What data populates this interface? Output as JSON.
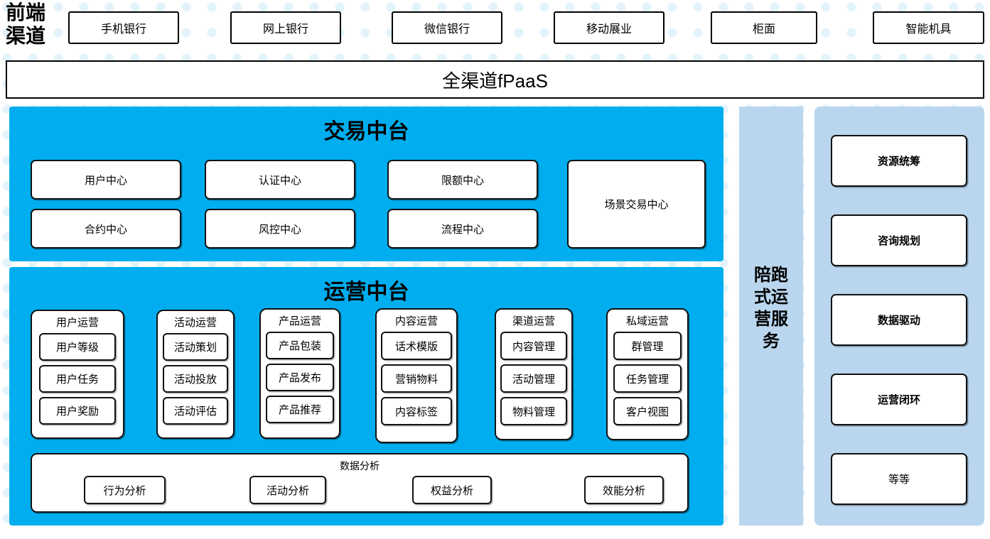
{
  "front_channel": {
    "label": "前端\n渠道",
    "label_line1": "前端",
    "label_line2": "渠道",
    "channels": [
      {
        "label": "手机银行"
      },
      {
        "label": "网上银行"
      },
      {
        "label": "微信银行"
      },
      {
        "label": "移动展业"
      },
      {
        "label": "柜面"
      },
      {
        "label": "智能机具"
      }
    ]
  },
  "fpaas": {
    "label": "全渠道fPaaS"
  },
  "transaction_platform": {
    "title": "交易中台",
    "centers_col1": [
      {
        "label": "用户中心"
      },
      {
        "label": "合约中心"
      }
    ],
    "centers_col2": [
      {
        "label": "认证中心"
      },
      {
        "label": "风控中心"
      }
    ],
    "centers_col3": [
      {
        "label": "限额中心"
      },
      {
        "label": "流程中心"
      }
    ],
    "scene_center": {
      "label": "场景交易中心"
    }
  },
  "operation_platform": {
    "title": "运营中台",
    "columns": [
      {
        "title": "用户运营",
        "items": [
          {
            "label": "用户等级"
          },
          {
            "label": "用户任务"
          },
          {
            "label": "用户奖励"
          }
        ]
      },
      {
        "title": "活动运营",
        "items": [
          {
            "label": "活动策划"
          },
          {
            "label": "活动投放"
          },
          {
            "label": "活动评估"
          }
        ]
      },
      {
        "title": "产品运营",
        "items": [
          {
            "label": "产品包装"
          },
          {
            "label": "产品发布"
          },
          {
            "label": "产品推荐"
          }
        ]
      },
      {
        "title": "内容运营",
        "items": [
          {
            "label": "话术模版"
          },
          {
            "label": "营销物料"
          },
          {
            "label": "内容标签"
          }
        ]
      },
      {
        "title": "渠道运营",
        "items": [
          {
            "label": "内容管理"
          },
          {
            "label": "活动管理"
          },
          {
            "label": "物料管理"
          }
        ]
      },
      {
        "title": "私域运营",
        "items": [
          {
            "label": "群管理"
          },
          {
            "label": "任务管理"
          },
          {
            "label": "客户视图"
          }
        ]
      }
    ],
    "data_analysis": {
      "title": "数据分析",
      "items": [
        {
          "label": "行为分析"
        },
        {
          "label": "活动分析"
        },
        {
          "label": "权益分析"
        },
        {
          "label": "效能分析"
        }
      ]
    }
  },
  "service_column": {
    "text": "陪跑式运营服务",
    "line1": "陪跑",
    "line2": "式运",
    "line3": "营服",
    "line4": "务"
  },
  "capability_column": {
    "items": [
      {
        "label": "资源统筹",
        "bold": true
      },
      {
        "label": "咨询规划",
        "bold": true
      },
      {
        "label": "数据驱动",
        "bold": true
      },
      {
        "label": "运营闭环",
        "bold": true
      },
      {
        "label": "等等",
        "bold": false
      }
    ]
  },
  "colors": {
    "platform_blue": "#00AEEF",
    "service_blue": "#B9D6EE",
    "dot_blue": "#E3F3FB",
    "border_black": "#111111",
    "page_background": "#FFFFFF"
  }
}
